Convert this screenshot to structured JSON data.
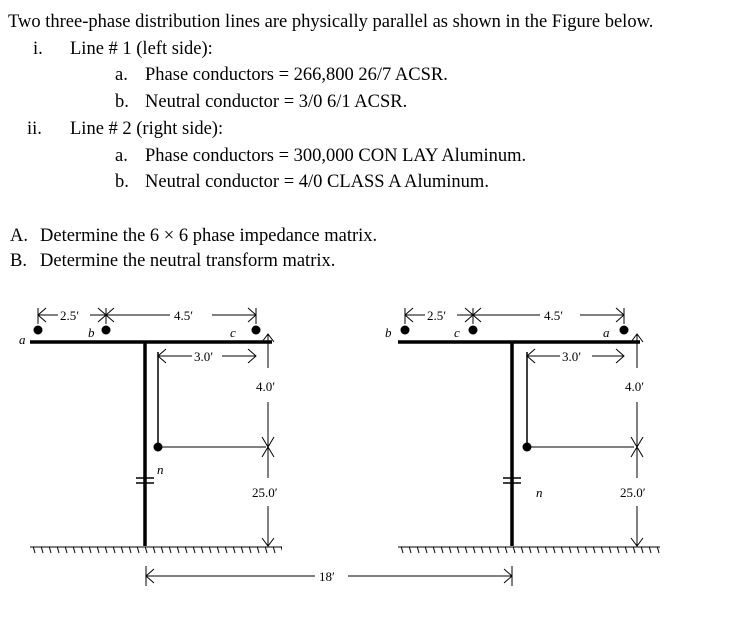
{
  "intro": "Two three-phase distribution lines are physically parallel as shown in the Figure below.",
  "items": [
    {
      "marker": "i.",
      "text": "Line # 1 (left side):",
      "subitems": [
        {
          "marker": "a.",
          "text": "Phase conductors = 266,800 26/7 ACSR."
        },
        {
          "marker": "b.",
          "text": "Neutral conductor = 3/0 6/1 ACSR."
        }
      ]
    },
    {
      "marker": "ii.",
      "text": "Line # 2 (right side):",
      "subitems": [
        {
          "marker": "a.",
          "text": "Phase conductors = 300,000 CON LAY Aluminum."
        },
        {
          "marker": "b.",
          "text": "Neutral conductor = 4/0 CLASS A Aluminum."
        }
      ]
    }
  ],
  "tasks": [
    {
      "marker": "A.",
      "text": "Determine the 6 × 6 phase impedance matrix."
    },
    {
      "marker": "B.",
      "text": "Determine the neutral transform matrix."
    }
  ],
  "figure": {
    "left_pole": {
      "conductor_labels": [
        "a",
        "b",
        "c"
      ],
      "neutral_label": "n",
      "dim_ab": "2.5′",
      "dim_bc": "4.5′",
      "dim_pole_to_c": "3.0′",
      "dim_vertical_upper": "4.0′",
      "dim_vertical_lower": "25.0′"
    },
    "right_pole": {
      "conductor_labels": [
        "b",
        "c",
        "a"
      ],
      "neutral_label": "n",
      "dim_bc": "2.5′",
      "dim_ca": "4.5′",
      "dim_pole_to_a": "3.0′",
      "dim_vertical_upper": "4.0′",
      "dim_vertical_lower": "25.0′"
    },
    "separation": "18′"
  }
}
